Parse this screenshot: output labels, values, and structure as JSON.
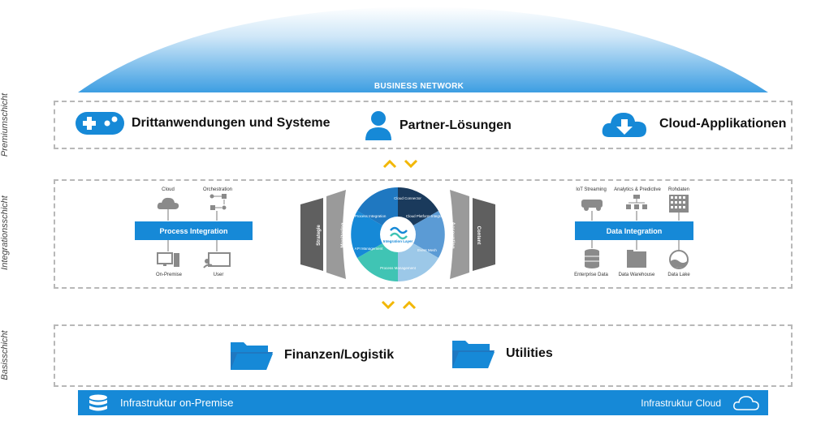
{
  "dome": {
    "label": "BUSINESS NETWORK",
    "color_top": "#d8ecf8",
    "color_bottom": "#3a9de3"
  },
  "layers": {
    "premium": {
      "side_label": "Premiumschicht"
    },
    "integration": {
      "side_label": "Integrationsschicht"
    },
    "basis": {
      "side_label": "Basisschicht"
    }
  },
  "premium": {
    "items": [
      {
        "label": "Drittanwendungen und Systeme",
        "icon": "gamepad-icon"
      },
      {
        "label": "Partner-Lösungen",
        "icon": "user-icon"
      },
      {
        "label": "Cloud-Applikationen",
        "icon": "cloud-download-icon"
      }
    ]
  },
  "process_integration": {
    "bar_label": "Process Integration",
    "top_labels": [
      "Cloud",
      "Orchestration"
    ],
    "bottom_labels": [
      "On-Premise",
      "User"
    ]
  },
  "data_integration": {
    "bar_label": "Data Integration",
    "top_labels": [
      "IoT Streaming",
      "Analytics & Predictive",
      "Rohdaten"
    ],
    "bottom_labels": [
      "Enterprise Data",
      "Data Warehouse",
      "Data Lake"
    ]
  },
  "wheel": {
    "center_label": "Integration Layer",
    "inner_segments": [
      "Cloud Connector",
      "Cloud Platform Integration",
      "Event Mesh",
      "Process Management",
      "API Management",
      "Process Integration"
    ],
    "outer_left": [
      "Strategie",
      "Monitoring"
    ],
    "outer_right": [
      "Accounting",
      "Content"
    ]
  },
  "basis": {
    "items": [
      {
        "label": "Finanzen/Logistik",
        "icon": "folder-icon"
      },
      {
        "label": "Utilities",
        "icon": "folder-icon"
      }
    ]
  },
  "infrastructure": {
    "left_label": "Infrastruktur on-Premise",
    "right_label": "Infrastruktur Cloud"
  },
  "colors": {
    "accent_blue": "#1689d7",
    "chevron_yellow": "#f2b705",
    "gray_dark": "#6d6d6d"
  }
}
